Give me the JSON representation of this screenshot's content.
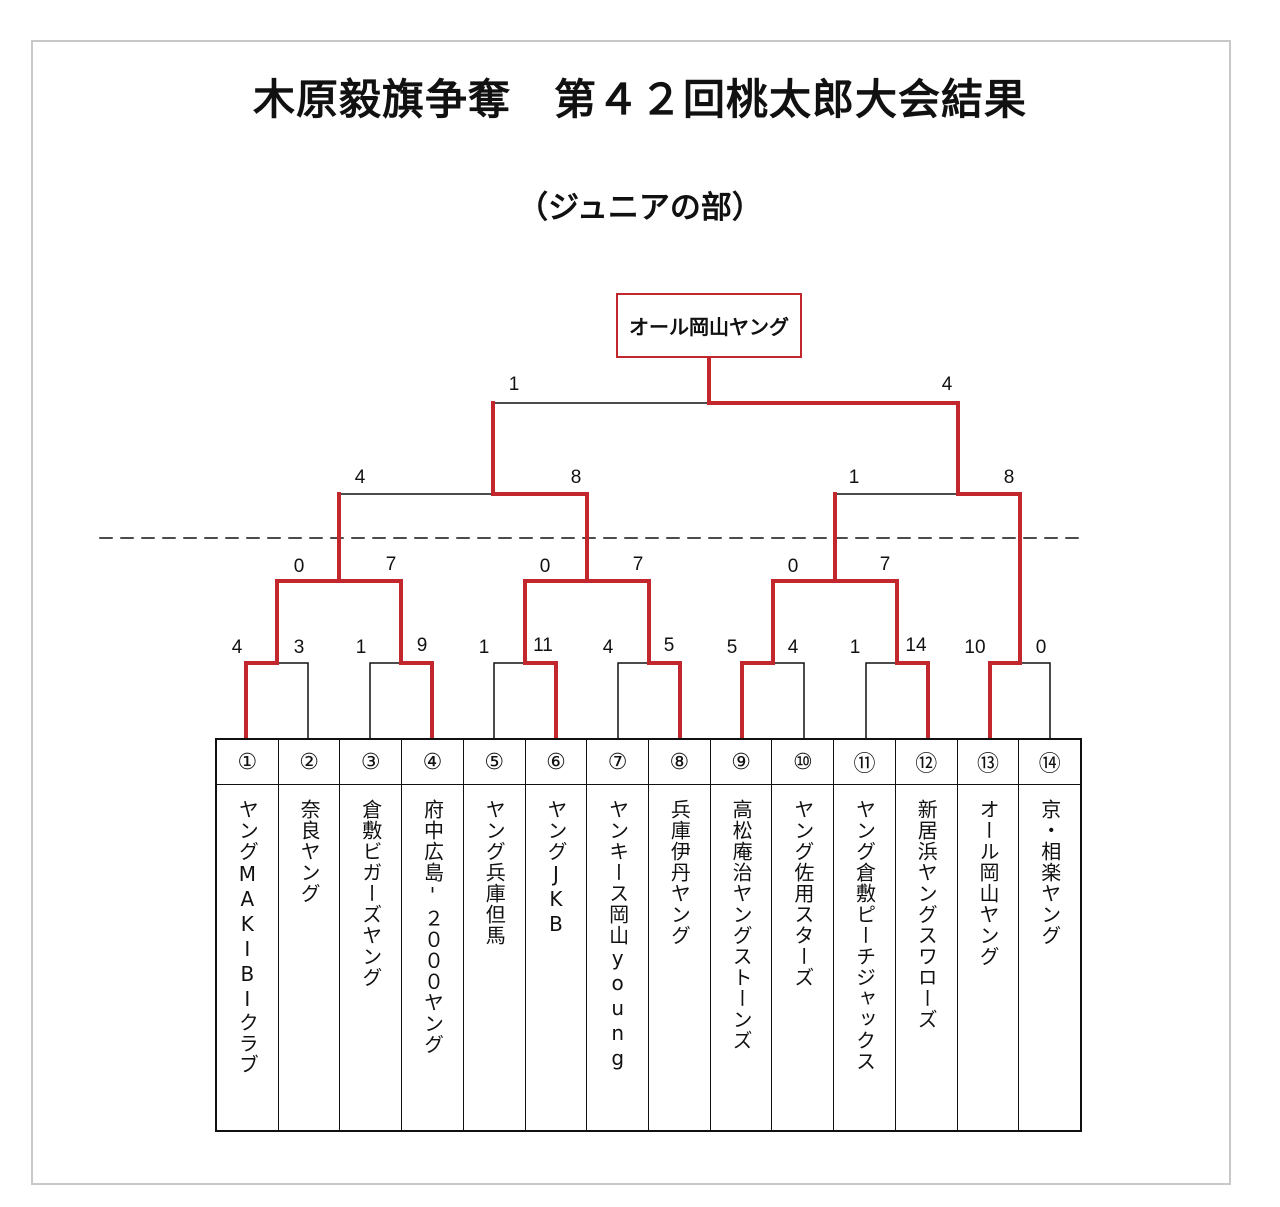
{
  "title": "木原毅旗争奪　第４２回桃太郎大会結果",
  "subtitle": "（ジュニアの部）",
  "champion": "オール岡山ヤング",
  "teams": [
    {
      "num": "①",
      "name": "ヤングMAKIBIクラブ"
    },
    {
      "num": "②",
      "name": "奈良ヤング"
    },
    {
      "num": "③",
      "name": "倉敷ビガーズヤング"
    },
    {
      "num": "④",
      "name": "府中広島'２０００ヤング"
    },
    {
      "num": "⑤",
      "name": "ヤング兵庫但馬"
    },
    {
      "num": "⑥",
      "name": "ヤングJKB"
    },
    {
      "num": "⑦",
      "name": "ヤンキース岡山young"
    },
    {
      "num": "⑧",
      "name": "兵庫伊丹ヤング"
    },
    {
      "num": "⑨",
      "name": "高松庵治ヤングストーンズ"
    },
    {
      "num": "⑩",
      "name": "ヤング佐用スターズ"
    },
    {
      "num": "⑪",
      "name": "ヤング倉敷ピーチジャックス"
    },
    {
      "num": "⑫",
      "name": "新居浜ヤングスワローズ"
    },
    {
      "num": "⑬",
      "name": "オール岡山ヤング"
    },
    {
      "num": "⑭",
      "name": "京・相楽ヤング"
    }
  ],
  "scores": {
    "r1": [
      "4",
      "3",
      "1",
      "9",
      "1",
      "11",
      "4",
      "5",
      "5",
      "4",
      "1",
      "14",
      "10",
      "0"
    ],
    "r2": [
      "0",
      "7",
      "0",
      "7",
      "0",
      "7"
    ],
    "r3": [
      "4",
      "8",
      "1",
      "8"
    ],
    "final": [
      "1",
      "4"
    ]
  },
  "colors": {
    "win": "#c1272d",
    "line": "#111111",
    "frame": "#c8c8c8"
  }
}
